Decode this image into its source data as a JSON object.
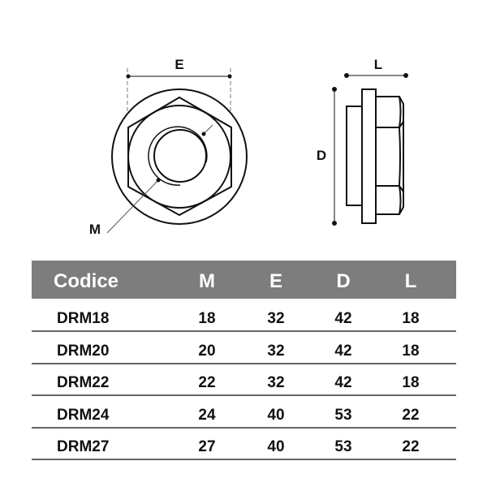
{
  "drawing": {
    "labels": {
      "E": "E",
      "M": "M",
      "D": "D",
      "L": "L"
    }
  },
  "table": {
    "headers": [
      "Codice",
      "M",
      "E",
      "D",
      "L"
    ],
    "rows": [
      [
        "DRM18",
        "18",
        "32",
        "42",
        "18"
      ],
      [
        "DRM20",
        "20",
        "32",
        "42",
        "18"
      ],
      [
        "DRM22",
        "22",
        "32",
        "42",
        "18"
      ],
      [
        "DRM24",
        "24",
        "40",
        "53",
        "22"
      ],
      [
        "DRM27",
        "27",
        "40",
        "53",
        "22"
      ]
    ],
    "header_color": "#7d7d7d"
  }
}
